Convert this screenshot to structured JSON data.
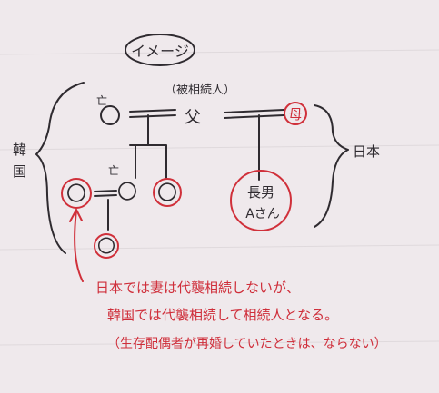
{
  "title": "イメージ",
  "decedent_label": "（被相続人）",
  "father": "父",
  "mother": "母",
  "deceased_mark": "亡",
  "child_node": "〇",
  "eldest_son": "長男",
  "eldest_son_name": "Aさん",
  "side_korea": "韓国",
  "side_japan": "日本",
  "notes": [
    "日本では妻は代襲相続しないが、",
    "韓国では代襲相続して相続人となる。",
    "（生存配偶者が再婚していたときは、ならない）"
  ],
  "colors": {
    "ink": "#2f2b30",
    "accent": "#cf2e3a",
    "paper": "#efe9ec"
  }
}
